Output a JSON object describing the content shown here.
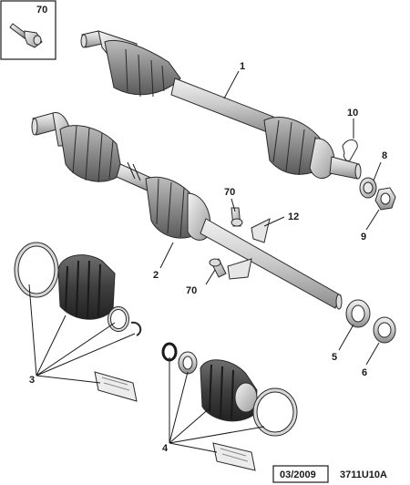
{
  "callouts": {
    "ref_70_inset": "70",
    "ref_1": "1",
    "ref_10": "10",
    "ref_8": "8",
    "ref_9": "9",
    "ref_70_upper": "70",
    "ref_12": "12",
    "ref_2": "2",
    "ref_70_lower": "70",
    "ref_5": "5",
    "ref_6": "6",
    "ref_3": "3",
    "ref_4": "4"
  },
  "footer": {
    "date": "03/2009",
    "code": "3711U10A"
  },
  "colors": {
    "metal_light": "#e8e8e8",
    "metal_mid": "#bdbdbd",
    "boot_dark": "#3c3c3c",
    "boot_mid": "#6a6a6a",
    "line": "#1a1a1a"
  }
}
